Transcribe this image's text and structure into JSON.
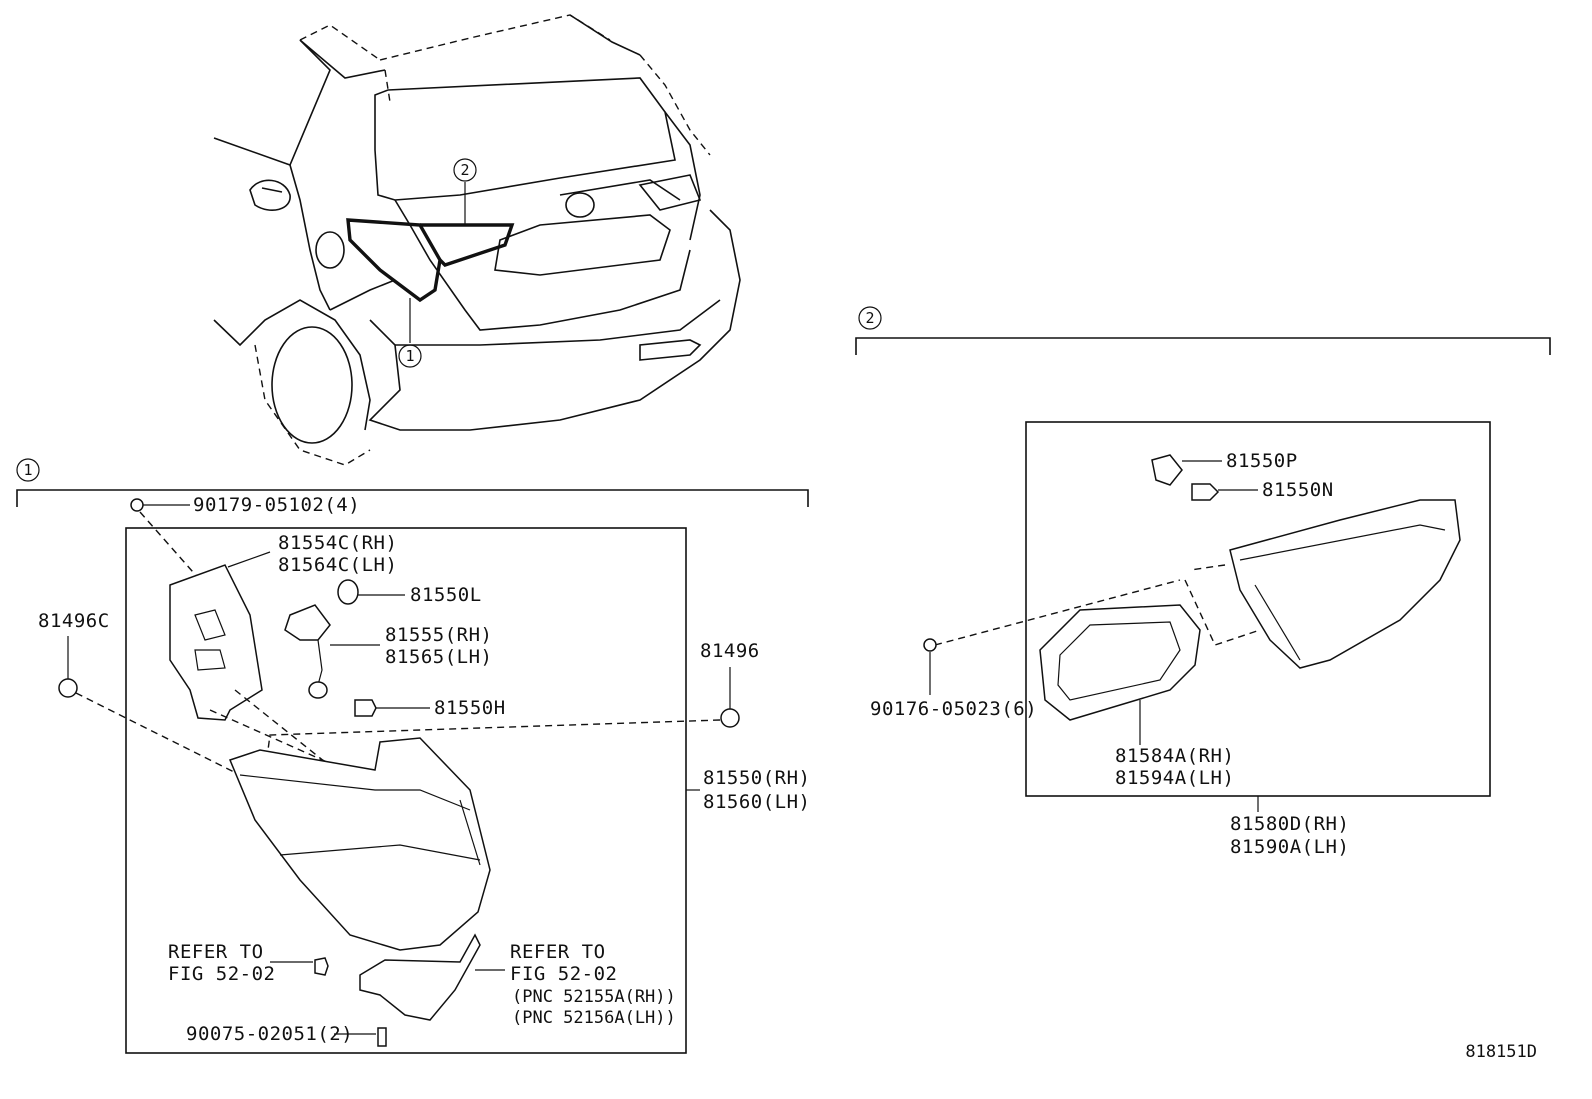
{
  "callouts": {
    "one": "1",
    "two": "2"
  },
  "group1": {
    "clip": "90179-05102(4)",
    "socket_cover_rh": "81554C(RH)",
    "socket_cover_lh": "81564C(LH)",
    "bulb_l": "81550L",
    "socket_rh": "81555(RH)",
    "socket_lh": "81565(LH)",
    "bulb_h": "81550H",
    "cushion_left": "81496C",
    "cushion_right": "81496",
    "lamp_rh": "81550(RH)",
    "lamp_lh": "81560(LH)",
    "refer_left_1": "REFER TO",
    "refer_left_2": "FIG 52-02",
    "refer_right_1": "REFER TO",
    "refer_right_2": "FIG 52-02",
    "pnc_rh": "(PNC 52155A(RH))",
    "pnc_lh": "(PNC 52156A(LH))",
    "screw": "90075-02051(2)"
  },
  "group2": {
    "bulb_p": "81550P",
    "bulb_n": "81550N",
    "clip": "90176-05023(6)",
    "gasket_rh": "81584A(RH)",
    "gasket_lh": "81594A(LH)",
    "lamp_rh": "81580D(RH)",
    "lamp_lh": "81590A(LH)"
  },
  "figure_code": "818151D"
}
